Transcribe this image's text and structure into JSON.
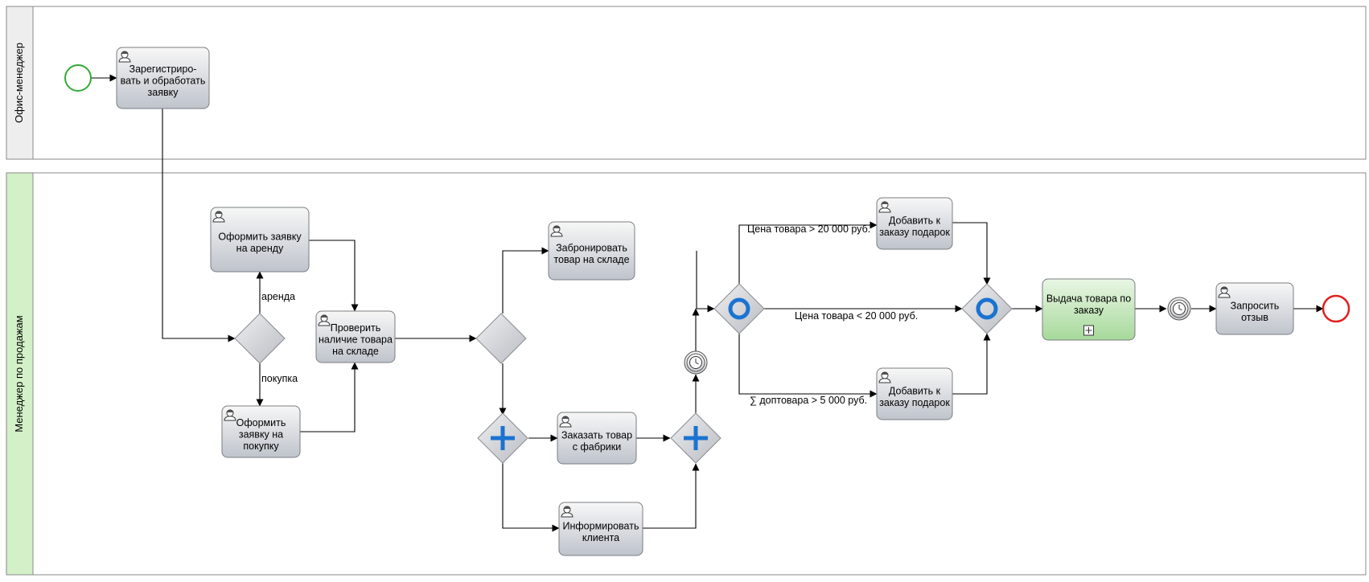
{
  "lanes": [
    {
      "id": "office",
      "title": "Офис-менеджер"
    },
    {
      "id": "sales",
      "title": "Менеджер по продажам"
    }
  ],
  "tasks": {
    "register": {
      "lines": [
        "Зарегистриро-",
        "вать и обработать",
        "заявку"
      ]
    },
    "rent": {
      "lines": [
        "Оформить заявку",
        "на аренду"
      ]
    },
    "purchase": {
      "lines": [
        "Оформить",
        "заявку на",
        "покупку"
      ]
    },
    "check": {
      "lines": [
        "Проверить",
        "наличие товара",
        "на складе"
      ]
    },
    "reserve": {
      "lines": [
        "Забронировать",
        "товар на складе"
      ]
    },
    "order": {
      "lines": [
        "Заказать товар",
        "с фабрики"
      ]
    },
    "inform": {
      "lines": [
        "Информировать",
        "клиента"
      ]
    },
    "gift1": {
      "lines": [
        "Добавить к",
        "заказу подарок"
      ]
    },
    "gift2": {
      "lines": [
        "Добавить к",
        "заказу подарок"
      ]
    },
    "issue": {
      "lines": [
        "Выдача товара по",
        "заказу"
      ]
    },
    "feedback": {
      "lines": [
        "Запросить",
        "отзыв"
      ]
    }
  },
  "edge_labels": {
    "rent": "аренда",
    "purchase": "покупка",
    "price_high": "Цена товара > 20 000 руб.",
    "price_low": "Цена товара < 20 000 руб.",
    "extra_sum": "∑ доптовара > 5 000 руб."
  },
  "colors": {
    "task_fill_top": "#f7f7f7",
    "task_fill_bottom": "#bfc4cc",
    "subprocess_fill_top": "#e9f6e4",
    "subprocess_fill_bottom": "#a6d99a",
    "gateway_fill": "#d2d4d8",
    "gateway_marker": "#1a73d1",
    "start_event": "#33aa33",
    "end_event": "#e02020",
    "sales_lane_header": "#d3f0c8"
  },
  "icons": {
    "task": "user-task-icon",
    "subprocess": "subprocess-plus-icon",
    "timer": "timer-icon",
    "parallel": "parallel-gateway-icon",
    "inclusive": "inclusive-gateway-icon"
  }
}
